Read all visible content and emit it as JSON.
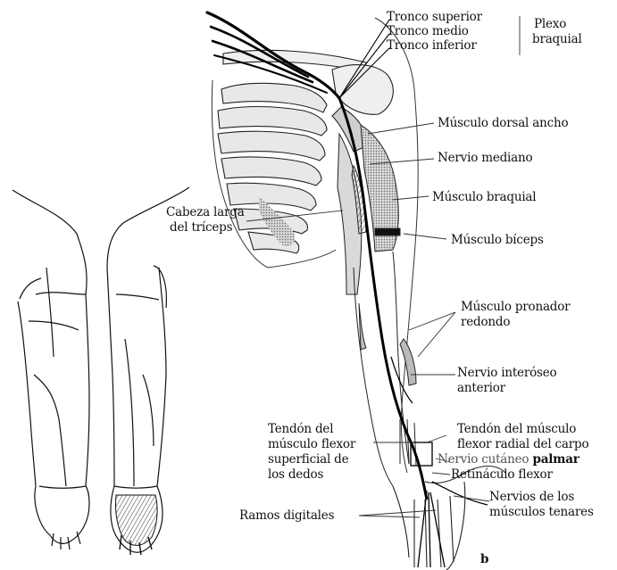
{
  "labels": {
    "tronco_superior": "Tronco superior",
    "tronco_medio": "Tronco medio",
    "tronco_inferior": "Tronco inferior",
    "plexo_1": "Plexo",
    "plexo_2": "braquial",
    "dorsal_ancho": "Músculo dorsal ancho",
    "nervio_mediano": "Nervio mediano",
    "braquial": "Músculo braquial",
    "cabeza_1": "Cabeza larga",
    "cabeza_2": "del tríceps",
    "biceps": "Músculo bíceps",
    "pronador_1": "Músculo pronador",
    "pronador_2": "redondo",
    "interoseo_1": "Nervio interóseo",
    "interoseo_2": "anterior",
    "tendon_super_1": "Tendón del",
    "tendon_super_2": "músculo flexor",
    "tendon_super_3": "superficial de",
    "tendon_super_4": "los dedos",
    "tendon_radial_1": "Tendón del músculo",
    "tendon_radial_2": "flexor radial del carpo",
    "cutaneo_a": "Nervio cutáneo",
    "cutaneo_b": "palmar",
    "retinaculo": "Retináculo flexor",
    "tenares_1": "Nervios de los",
    "tenares_2": "músculos tenares",
    "ramos": "Ramos digitales",
    "panel_b": "b"
  },
  "colors": {
    "ink": "#111111",
    "nerve": "#000000",
    "muscle_fill": "#cfcfcf",
    "muscle_dark": "#555555"
  }
}
